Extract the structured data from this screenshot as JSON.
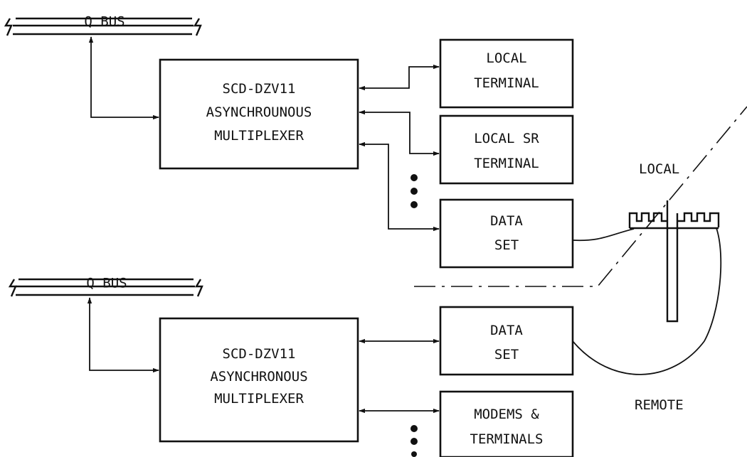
{
  "top_system": {
    "bus_label": "Q BUS",
    "multiplexer": [
      "SCD-DZV11",
      "ASYNCHROUNOUS",
      "MULTIPLEXER"
    ],
    "local_terminal": [
      "LOCAL",
      "TERMINAL"
    ],
    "local_sr_terminal": [
      "LOCAL SR",
      "TERMINAL"
    ],
    "data_set": [
      "DATA",
      "SET"
    ]
  },
  "bottom_system": {
    "bus_label": "Q BUS",
    "multiplexer": [
      "SCD-DZV11",
      "ASYNCHRONOUS",
      "MULTIPLEXER"
    ],
    "data_set": [
      "DATA",
      "SET"
    ],
    "modems_terminals": [
      "MODEMS &",
      "TERMINALS"
    ]
  },
  "zones": {
    "local": "LOCAL",
    "remote": "REMOTE"
  }
}
